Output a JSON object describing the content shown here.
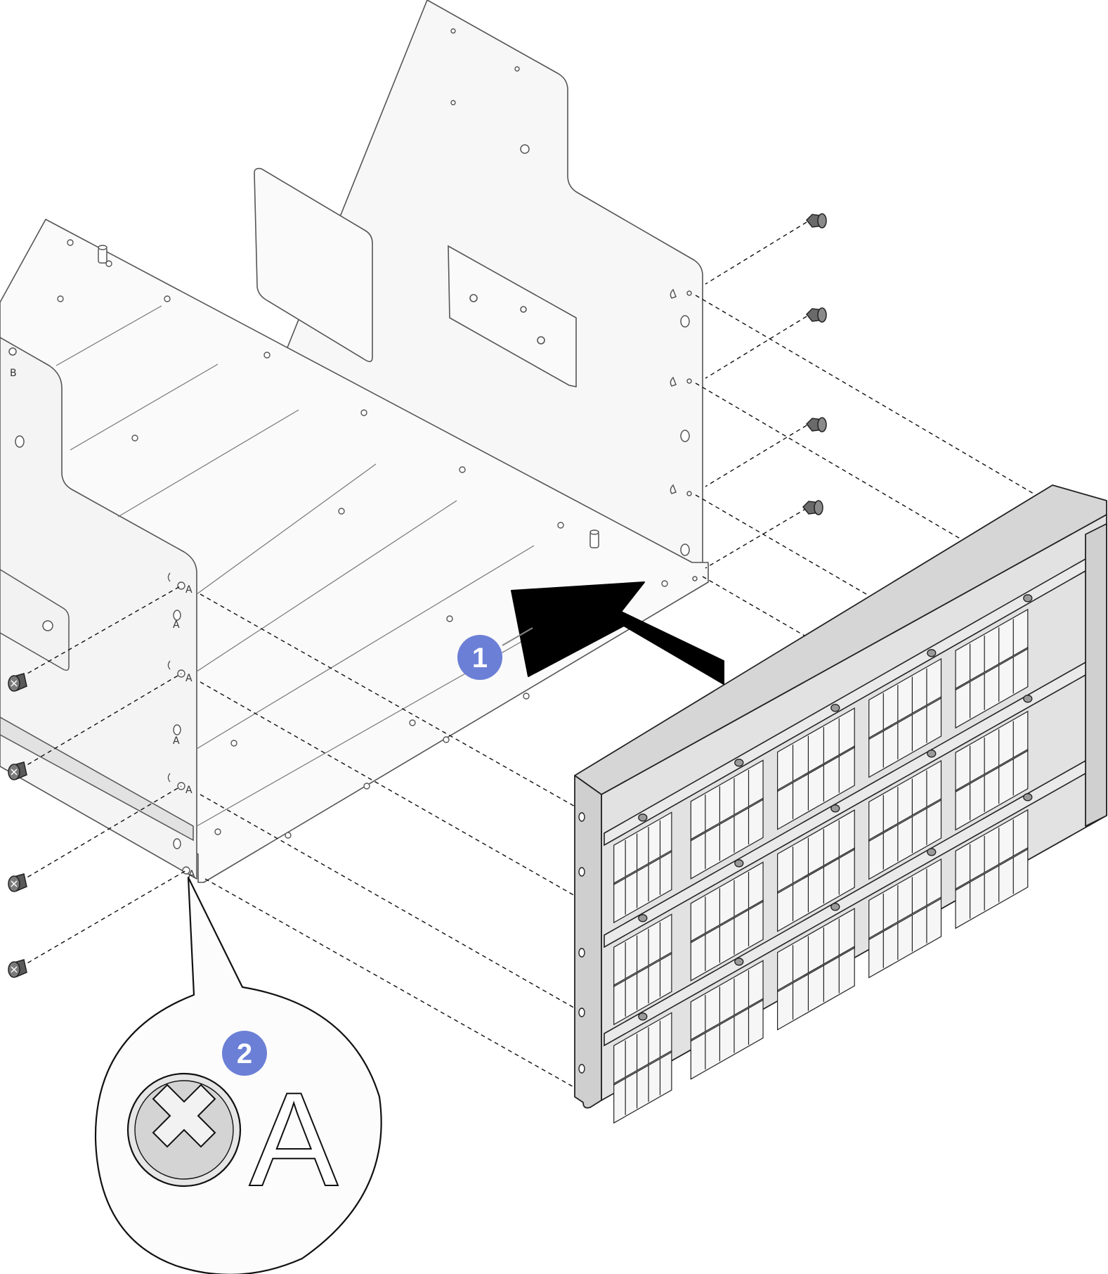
{
  "diagram": {
    "kind": "installation-illustration",
    "colors": {
      "line": "#555555",
      "chassis_fill": "#f7f7f7",
      "panel_fill": "#e4e4e4",
      "panel_dark": "#bdbdbd",
      "callout": "#6b7fd6",
      "arrow": "#000000",
      "screw": "#4a4a4a"
    },
    "callouts": [
      {
        "label": "1"
      },
      {
        "label": "2"
      }
    ],
    "magnifier": {
      "letter": "A",
      "icon": "phillips-screw-head-icon"
    },
    "chassis_labels": [
      "A",
      "A",
      "A",
      "A",
      "A",
      "A",
      "B"
    ]
  }
}
